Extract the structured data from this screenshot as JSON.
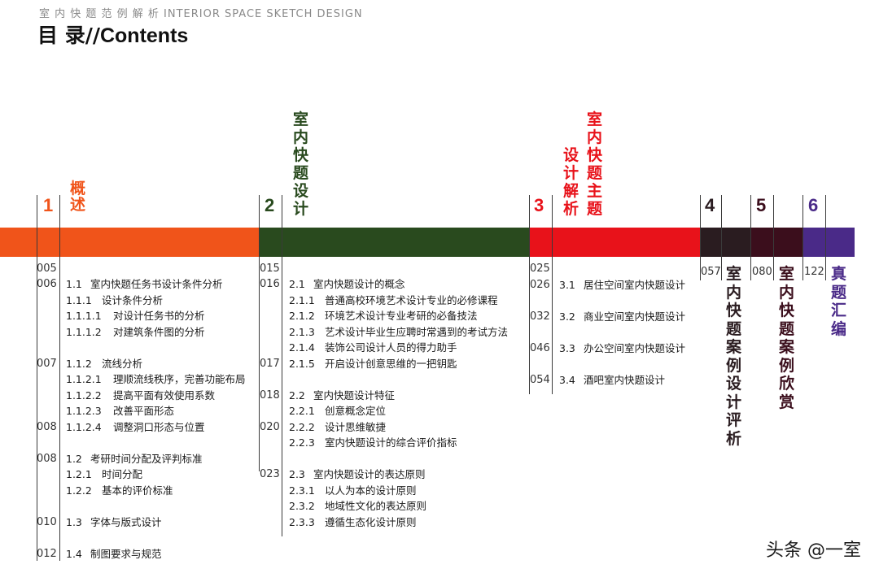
{
  "header": {
    "subtitle": "室 内 快 题 范 例 解 析  INTERIOR SPACE SKETCH DESIGN",
    "title_cn": "目 录//",
    "title_en": "Contents"
  },
  "colors": {
    "ch1": "#f0541a",
    "ch2": "#294a1e",
    "ch3": "#e8121a",
    "ch4": "#2a1c20",
    "ch5": "#3b0e1c",
    "ch6": "#4a2a88"
  },
  "chapters": [
    {
      "num": "1",
      "title": "概\n述"
    },
    {
      "num": "2",
      "title": "室\n内\n快\n题\n设\n计"
    },
    {
      "num": "3",
      "title_a": "室\n内\n快\n题\n主\n题",
      "title_b": "设\n计\n解\n析"
    },
    {
      "num": "4",
      "page": "057",
      "title": "室\n内\n快\n题\n案\n例\n设\n计\n评\n析"
    },
    {
      "num": "5",
      "page": "080",
      "title": "室\n内\n快\n题\n案\n例\n欣\n赏"
    },
    {
      "num": "6",
      "page": "122",
      "title": "真\n题\n汇\n编"
    }
  ],
  "col1": [
    {
      "page": "005",
      "num": "",
      "text": ""
    },
    {
      "page": "006",
      "num": "1.1",
      "text": "室内快题任务书设计条件分析"
    },
    {
      "page": "",
      "num": "1.1.1",
      "text": "设计条件分析"
    },
    {
      "page": "",
      "num": "1.1.1.1",
      "text": "对设计任务书的分析"
    },
    {
      "page": "",
      "num": "1.1.1.2",
      "text": "对建筑条件图的分析"
    },
    {
      "page": "007",
      "num": "1.1.2",
      "text": "流线分析"
    },
    {
      "page": "",
      "num": "1.1.2.1",
      "text": "理顺流线秩序，完善功能布局"
    },
    {
      "page": "",
      "num": "1.1.2.2",
      "text": "提高平面有效使用系数"
    },
    {
      "page": "",
      "num": "1.1.2.3",
      "text": "改善平面形态"
    },
    {
      "page": "008",
      "num": "1.1.2.4",
      "text": "调整洞口形态与位置"
    },
    {
      "page": "008",
      "num": "1.2",
      "text": "考研时间分配及评判标准"
    },
    {
      "page": "",
      "num": "1.2.1",
      "text": "时间分配"
    },
    {
      "page": "",
      "num": "1.2.2",
      "text": "基本的评价标准"
    },
    {
      "page": "010",
      "num": "1.3",
      "text": "字体与版式设计"
    },
    {
      "page": "012",
      "num": "1.4",
      "text": "制图要求与规范"
    }
  ],
  "col2": [
    {
      "page": "015",
      "num": "",
      "text": ""
    },
    {
      "page": "016",
      "num": "2.1",
      "text": "室内快题设计的概念"
    },
    {
      "page": "",
      "num": "2.1.1",
      "text": "普通高校环境艺术设计专业的必修课程"
    },
    {
      "page": "",
      "num": "2.1.2",
      "text": "环境艺术设计专业考研的必备技法"
    },
    {
      "page": "",
      "num": "2.1.3",
      "text": "艺术设计毕业生应聘时常遇到的考试方法"
    },
    {
      "page": "",
      "num": "2.1.4",
      "text": "装饰公司设计人员的得力助手"
    },
    {
      "page": "017",
      "num": "2.1.5",
      "text": "开启设计创意思维的一把钥匙"
    },
    {
      "page": "018",
      "num": "2.2",
      "text": "室内快题设计特征"
    },
    {
      "page": "",
      "num": "2.2.1",
      "text": "创意概念定位"
    },
    {
      "page": "020",
      "num": "2.2.2",
      "text": "设计思维敏捷"
    },
    {
      "page": "",
      "num": "2.2.3",
      "text": "室内快题设计的综合评价指标"
    },
    {
      "page": "023",
      "num": "2.3",
      "text": "室内快题设计的表达原则"
    },
    {
      "page": "",
      "num": "2.3.1",
      "text": "以人为本的设计原则"
    },
    {
      "page": "",
      "num": "2.3.2",
      "text": "地域性文化的表达原则"
    },
    {
      "page": "",
      "num": "2.3.3",
      "text": "遵循生态化设计原则"
    }
  ],
  "col3": [
    {
      "page": "025",
      "num": "",
      "text": ""
    },
    {
      "page": "026",
      "num": "3.1",
      "text": "居住空间室内快题设计"
    },
    {
      "page": "032",
      "num": "3.2",
      "text": "商业空间室内快题设计"
    },
    {
      "page": "046",
      "num": "3.3",
      "text": "办公空间室内快题设计"
    },
    {
      "page": "054",
      "num": "3.4",
      "text": "酒吧室内快题设计"
    }
  ],
  "watermark": "头条 @一室"
}
